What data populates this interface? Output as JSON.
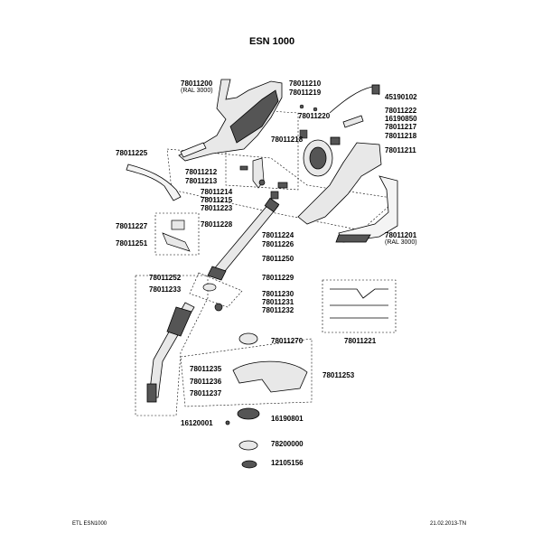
{
  "title": "ESN 1000",
  "footer": {
    "left": "ETL ESN1000",
    "right": "21.02.2013-TN"
  },
  "labels": {
    "p78011200": "78011200",
    "ral_a": "(RAL 3000)",
    "p78011210": "78011210",
    "p78011219": "78011219",
    "p78011220": "78011220",
    "p78011218": "78011218",
    "p45190102": "45190102",
    "p78011222": "78011222",
    "p16190850": "16190850",
    "p78011217": "78011217",
    "p78011218b": "78011218",
    "p78011211": "78011211",
    "p78011225": "78011225",
    "p78011212": "78011212",
    "p78011213": "78011213",
    "p78011214": "78011214",
    "p78011215": "78011215",
    "p78011223": "78011223",
    "p78011227": "78011227",
    "p78011228": "78011228",
    "p78011251": "78011251",
    "p78011224": "78011224",
    "p78011226": "78011226",
    "p78011201": "78011201",
    "ral_b": "(RAL 3000)",
    "p78011250": "78011250",
    "p78011252": "78011252",
    "p78011229": "78011229",
    "p78011233": "78011233",
    "p78011230": "78011230",
    "p78011231": "78011231",
    "p78011232": "78011232",
    "p78011221": "78011221",
    "p78011270": "78011270",
    "p78011235": "78011235",
    "p78011253": "78011253",
    "p78011236": "78011236",
    "p78011237": "78011237",
    "p16120001": "16120001",
    "p16190801": "16190801",
    "p78200000": "78200000",
    "p12105156": "12105156"
  },
  "colors": {
    "line": "#000000",
    "part_fill": "#e8e8e8",
    "part_dark": "#555555",
    "part_light": "#f4f4f4"
  }
}
